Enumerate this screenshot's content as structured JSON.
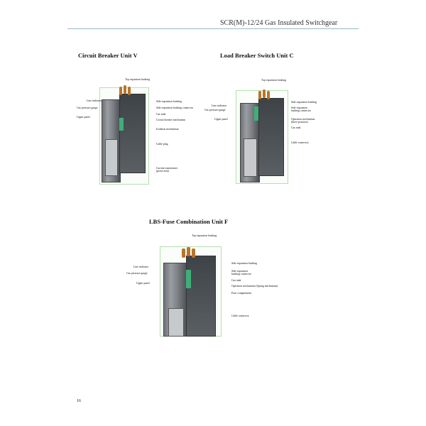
{
  "header": {
    "title": "SCR(M)-12/24 Gas Insulated Switchgear"
  },
  "units": [
    {
      "title": "Circuit Breaker Unit V",
      "left_labels": [
        "Line indicator",
        "Gas pressure gauge",
        "Upper panel"
      ],
      "top_label": "Top expansion bushing",
      "right_labels": [
        "Side expansion bushing",
        "Side expansion bushing connector",
        "Gas tank",
        "Circuit breaker mechanism",
        "Isolation mechanism",
        "Cable plug",
        "Current transformer (protection)"
      ]
    },
    {
      "title": "Load Breaker Switch Unit C",
      "left_labels": [
        "Line indicator",
        "Gas pressure gauge",
        "Upper panel"
      ],
      "top_label": "Top expansion bushing",
      "right_labels": [
        "Side expansion bushing",
        "Side expansion bushing connector",
        "Operation mechanism (three-position)",
        "Gas tank",
        "Cable connector"
      ]
    },
    {
      "title": "LBS-Fuse Combination Unit F",
      "left_labels": [
        "Line indicator",
        "Gas pressure gauge",
        "Upper panel"
      ],
      "top_label": "Top expansion bushing",
      "right_labels": [
        "Side expansion bushing",
        "Side expansion bushing connector",
        "Gas tank",
        "Operation mechanism (Spring mechanism)",
        "Fuse compartment",
        "Cable connector"
      ]
    }
  ],
  "page_number": "16"
}
